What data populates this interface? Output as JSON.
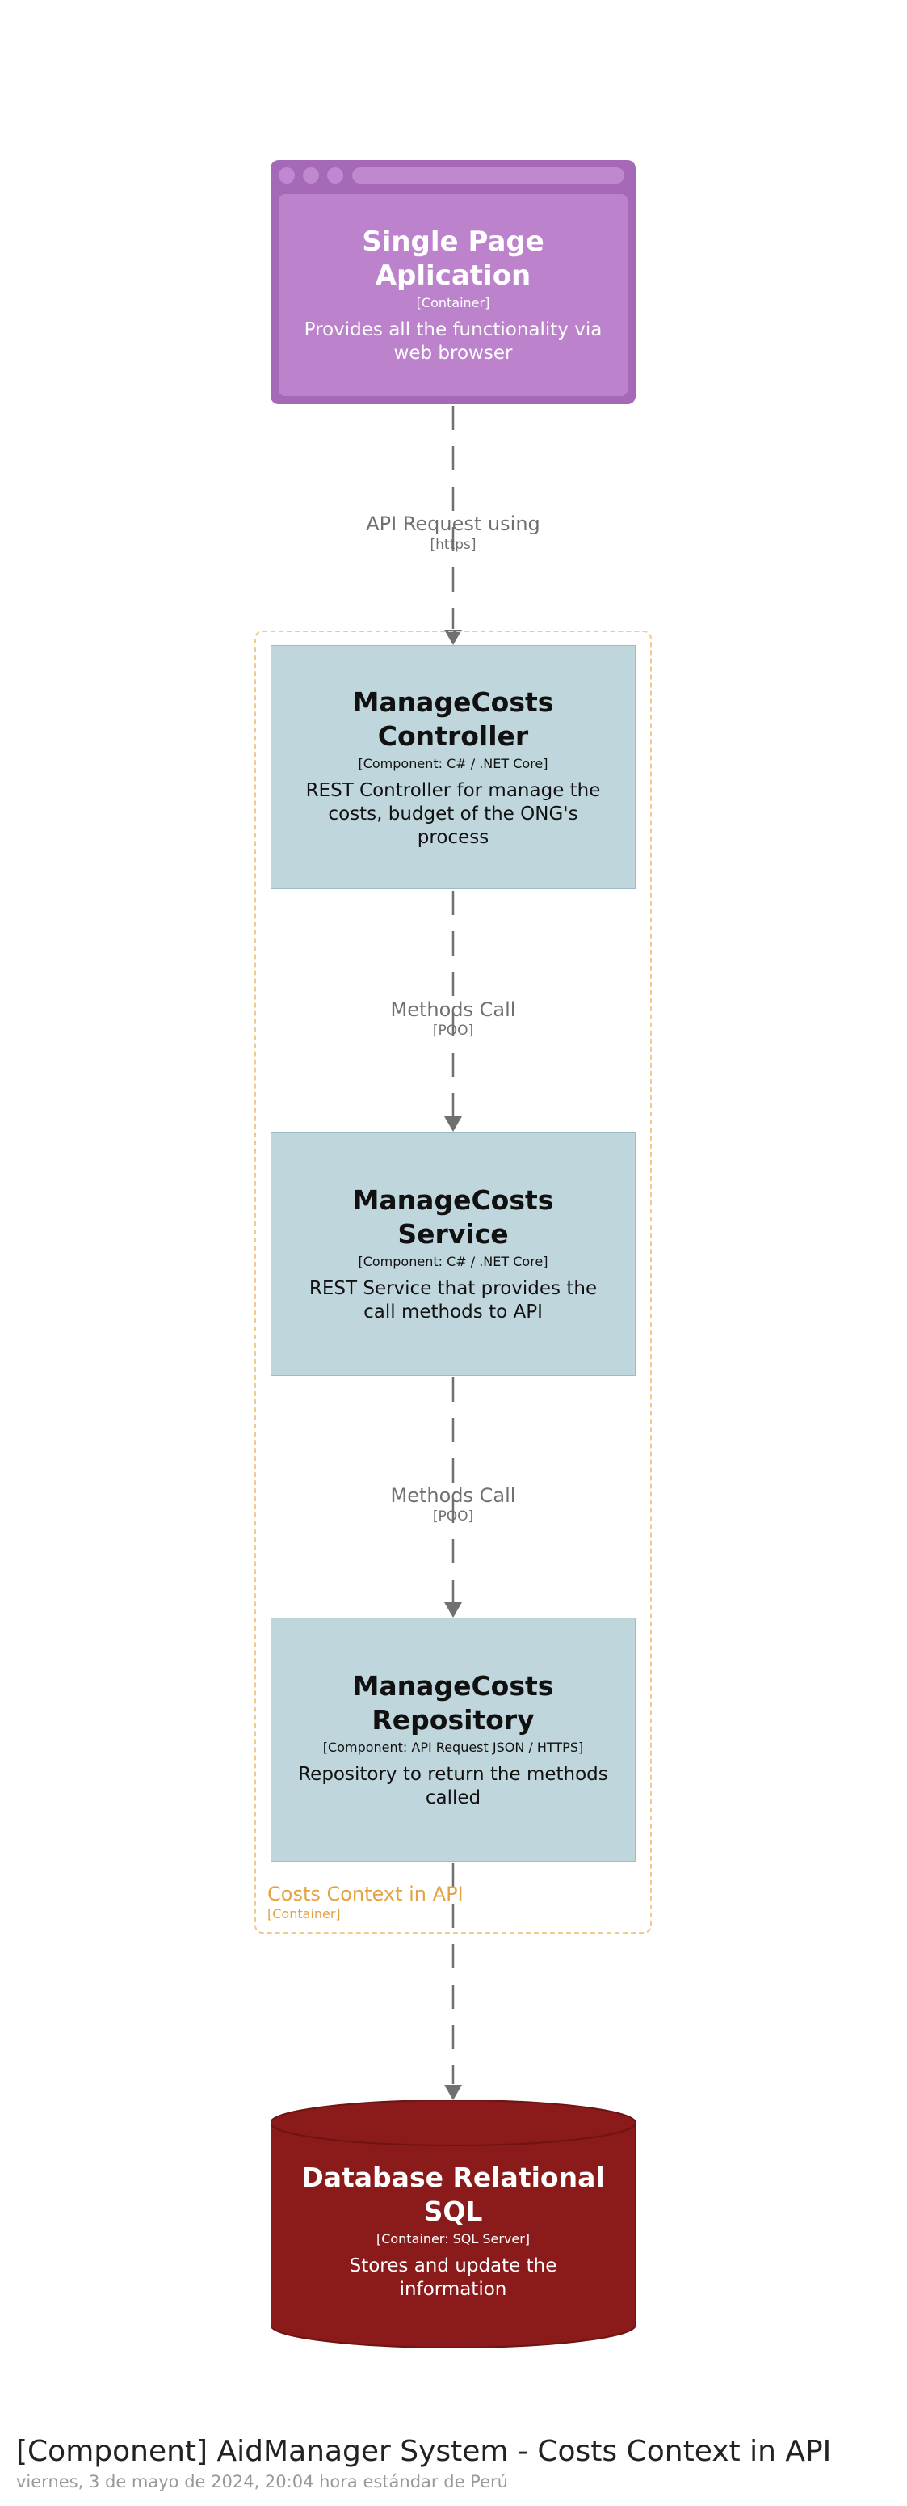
{
  "diagram": {
    "title": "[Component] AidManager System - Costs Context in API",
    "date": "viernes, 3 de mayo de 2024, 20:04 hora estándar de Perú"
  },
  "colors": {
    "spa_outer": "#a569b7",
    "spa_inner": "#bc82cc",
    "component_fill": "#bfd6dc",
    "boundary_stroke": "#f2c98c",
    "boundary_text": "#e2a443",
    "database_fill": "#8b1a1a",
    "arrow": "#707070"
  },
  "nodes": {
    "spa": {
      "title": "Single Page Aplication",
      "tech": "[Container]",
      "description": "Provides all the functionality via web browser"
    },
    "controller": {
      "title": "ManageCosts Controller",
      "tech": "[Component: C# / .NET Core]",
      "description": "REST Controller for manage the costs, budget of the ONG's process"
    },
    "service": {
      "title": "ManageCosts Service",
      "tech": "[Component: C# / .NET Core]",
      "description": "REST Service that provides the call methods to API"
    },
    "repository": {
      "title": "ManageCosts Repository",
      "tech": "[Component: API Request JSON / HTTPS]",
      "description": "Repository to return the methods called"
    },
    "database": {
      "title": "Database Relational SQL",
      "tech": "[Container: SQL Server]",
      "description": "Stores and update the information"
    }
  },
  "boundary": {
    "title": "Costs Context in API",
    "type": "[Container]"
  },
  "relationships": [
    {
      "text": "API Request using",
      "tech": "[https]"
    },
    {
      "text": "Methods Call",
      "tech": "[POO]"
    },
    {
      "text": "Methods Call",
      "tech": "[POO]"
    }
  ]
}
